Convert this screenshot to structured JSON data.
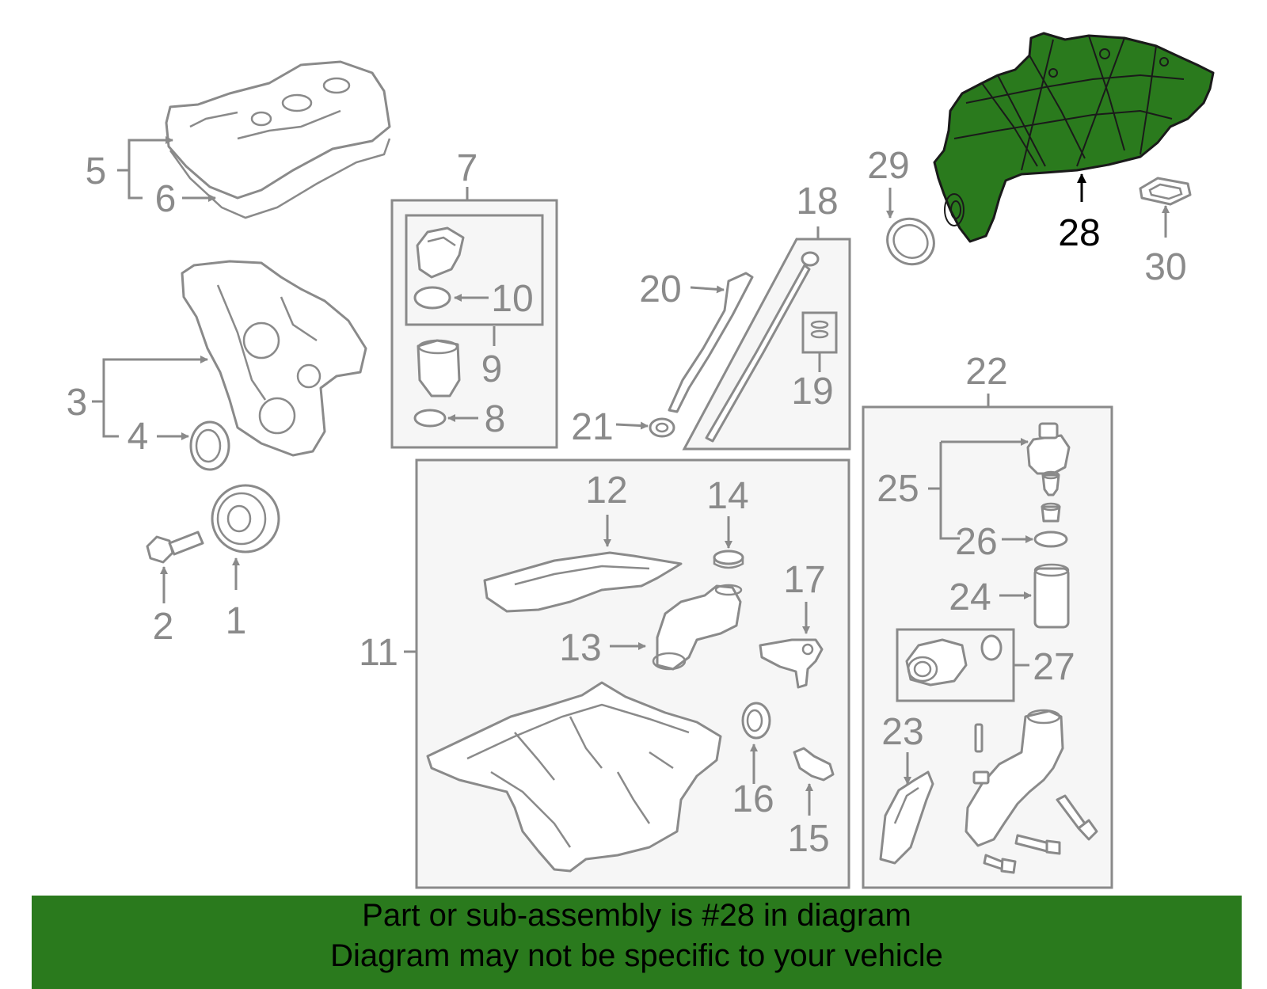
{
  "colors": {
    "highlight_part": "#2a7a1d",
    "banner_background": "#2a7a1d",
    "line_gray": "#8a8a8a",
    "highlight_label": "#000000"
  },
  "callouts": {
    "c1": "1",
    "c2": "2",
    "c3": "3",
    "c4": "4",
    "c5": "5",
    "c6": "6",
    "c7": "7",
    "c8": "8",
    "c9": "9",
    "c10": "10",
    "c11": "11",
    "c12": "12",
    "c13": "13",
    "c14": "14",
    "c15": "15",
    "c16": "16",
    "c17": "17",
    "c18": "18",
    "c19": "19",
    "c20": "20",
    "c21": "21",
    "c22": "22",
    "c23": "23",
    "c24": "24",
    "c25": "25",
    "c26": "26",
    "c27": "27",
    "c28": "28",
    "c29": "29",
    "c30": "30"
  },
  "highlighted_part": "28",
  "banner": {
    "line1": "Part or sub-assembly is #28 in diagram",
    "line2": "Diagram may not be specific to your vehicle"
  }
}
